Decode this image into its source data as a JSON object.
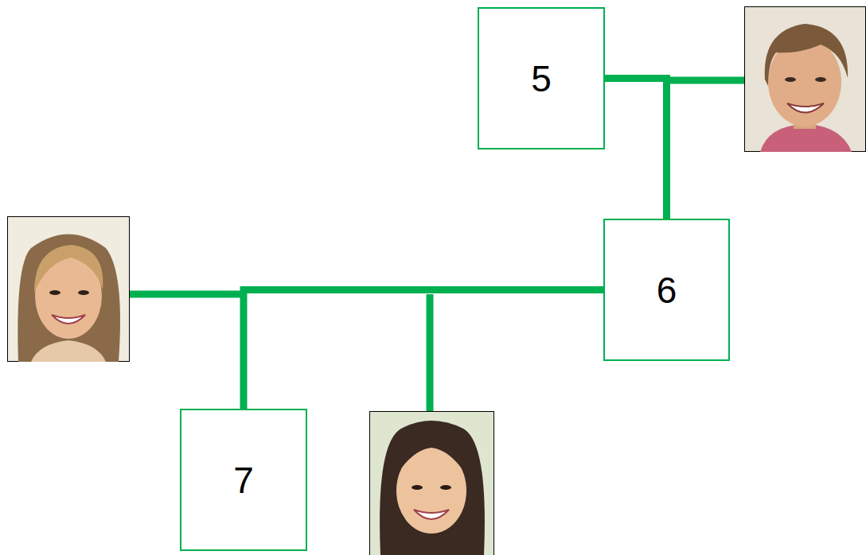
{
  "diagram": {
    "nodes": [
      {
        "text": [
          "5"
        ]
      },
      {
        "text": [
          "6"
        ]
      },
      {
        "text": [
          "7"
        ]
      }
    ],
    "edges": [
      {
        "from": 0,
        "to": 1,
        "arrow": "none"
      },
      {
        "from": 1,
        "to": 2,
        "arrow": "none"
      }
    ]
  }
}
